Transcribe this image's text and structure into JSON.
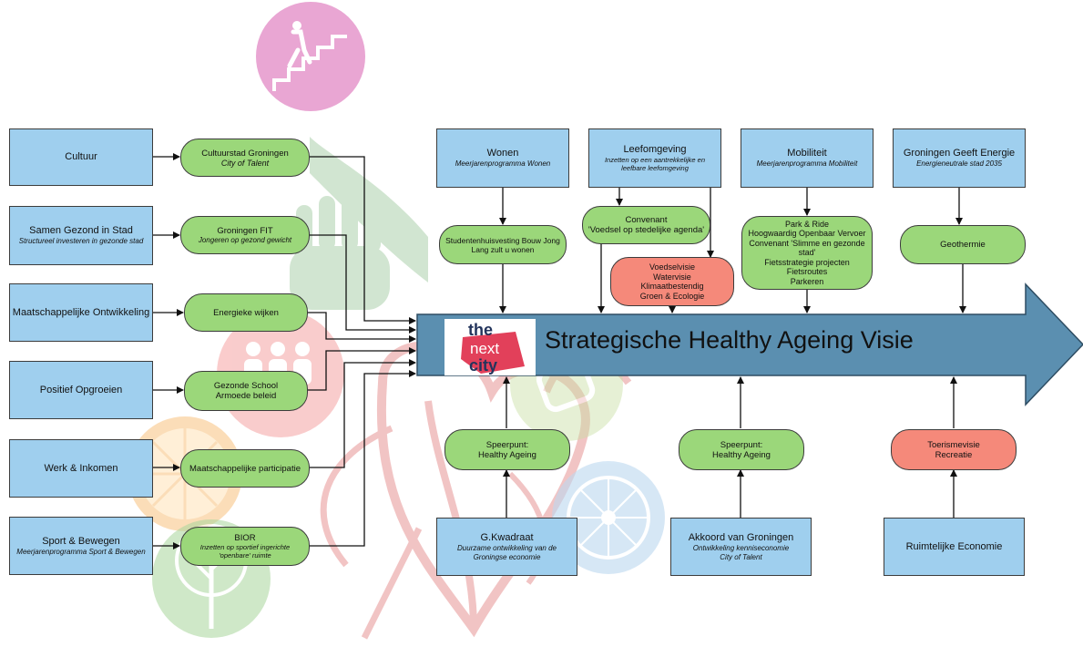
{
  "colors": {
    "box_fill": "#9fcfee",
    "pill_green": "#9bd77a",
    "pill_red": "#f5897a",
    "arrow_fill": "#5b8fb0",
    "stroke": "#3c3c3c"
  },
  "logo": {
    "line1": "the",
    "line2": "next",
    "line3": "city"
  },
  "vision_title": "Strategische Healthy Ageing Visie",
  "left": [
    {
      "box": {
        "title": "Cultuur",
        "subtitle": ""
      },
      "pill": {
        "title": "Cultuurstad Groningen",
        "subtitle": "City of Talent"
      }
    },
    {
      "box": {
        "title": "Samen Gezond in Stad",
        "subtitle": "Structureel investeren in gezonde stad"
      },
      "pill": {
        "title": "Groningen FIT",
        "subtitle": "Jongeren op gezond gewicht"
      }
    },
    {
      "box": {
        "title": "Maatschappelijke Ontwikkeling",
        "subtitle": ""
      },
      "pill": {
        "title": "Energieke wijken",
        "subtitle": ""
      }
    },
    {
      "box": {
        "title": "Positief Opgroeien",
        "subtitle": ""
      },
      "pill": {
        "title": "Gezonde School\nArmoede beleid",
        "subtitle": ""
      }
    },
    {
      "box": {
        "title": "Werk & Inkomen",
        "subtitle": ""
      },
      "pill": {
        "title": "Maatschappelijke participatie",
        "subtitle": ""
      }
    },
    {
      "box": {
        "title": "Sport & Bewegen",
        "subtitle": "Meerjarenprogramma Sport & Bewegen"
      },
      "pill": {
        "title": "BIOR",
        "subtitle": "Inzetten op sportief ingerichte\n'openbare' ruimte"
      }
    }
  ],
  "top": [
    {
      "title": "Wonen",
      "subtitle": "Meerjarenprogramma Wonen"
    },
    {
      "title": "Leefomgeving",
      "subtitle": "Inzetten op een aantrekkelijke en\nleefbare leefomgeving"
    },
    {
      "title": "Mobiliteit",
      "subtitle": "Meerjarenprogramma Mobiliteit"
    },
    {
      "title": "Groningen Geeft Energie",
      "subtitle": "Energieneutrale stad 2035"
    }
  ],
  "top_pills": [
    {
      "title": "Studentenhuisvesting Bouw Jong\nLang zult u wonen"
    },
    {
      "title": "Convenant\n'Voedsel op stedelijke agenda'"
    },
    {
      "title": "Voedselvisie\nWatervisie\nKlimaatbestendig\nGroen & Ecologie"
    },
    {
      "title": "Park & Ride\nHoogwaardig Openbaar Vervoer\nConvenant 'Slimme en gezonde\nstad'\nFietsstrategie projecten\nFietsroutes\nParkeren"
    },
    {
      "title": "Geothermie"
    }
  ],
  "bottom_pills": [
    {
      "title": "Speerpunt:\nHealthy Ageing"
    },
    {
      "title": "Speerpunt:\nHealthy Ageing"
    },
    {
      "title": "Toerismevisie\nRecreatie"
    }
  ],
  "bottom": [
    {
      "title": "G.Kwadraat",
      "subtitle": "Duurzame ontwikkeling van de\nGroningse economie"
    },
    {
      "title": "Akkoord van Groningen",
      "subtitle": "Ontwikkeling kenniseconomie\nCity of Talent"
    },
    {
      "title": "Ruimtelijke Economie",
      "subtitle": ""
    }
  ]
}
